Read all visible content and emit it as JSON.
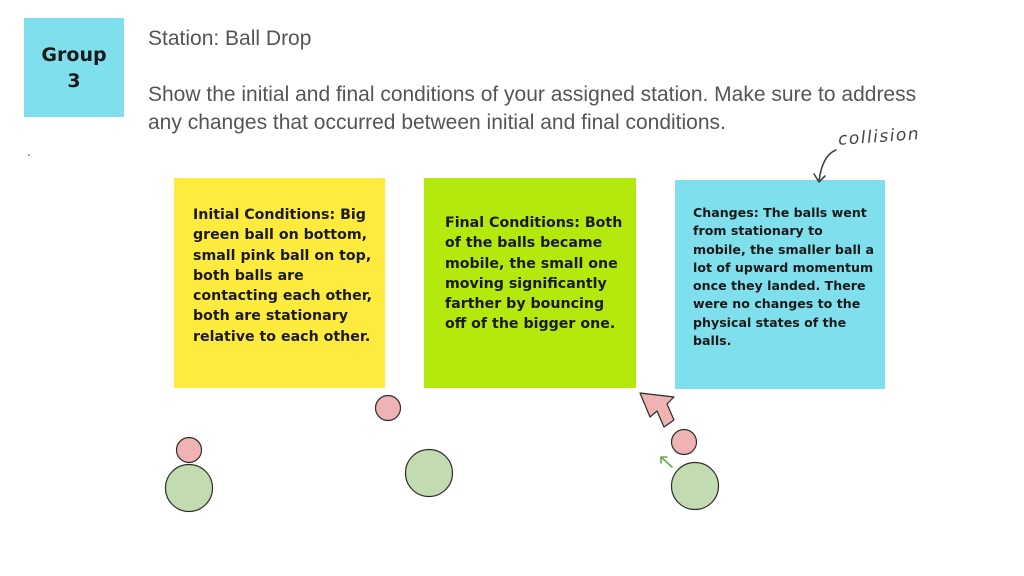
{
  "group": {
    "line1": "Group",
    "line2": "3"
  },
  "station": {
    "title": "Station: Ball Drop"
  },
  "instructions": "Show the initial and final conditions of your assigned station. Make sure to address any changes that occurred between initial and final conditions.",
  "notes": {
    "initial": "Initial Conditions: Big green ball on bottom, small pink ball on top, both balls are contacting each other, both are stationary relative to each other.",
    "final": "Final Conditions: Both of the balls became mobile, the small one moving significantly farther by bouncing off of the bigger one.",
    "changes": "Changes: The balls went from stationary to mobile, the smaller ball a lot of upward momentum once they landed. There were no changes to the physical states of the balls."
  },
  "annotation": {
    "handwritten": "collision"
  },
  "colors": {
    "badge": "#80dfec",
    "note_initial": "#feeb3e",
    "note_final": "#b3e90c",
    "note_changes": "#80dfec",
    "small_ball": "#f0b3b3",
    "big_ball": "#c3dbb0",
    "arrow_pink": "#f0b3b3",
    "arrow_green": "#6aa84f"
  }
}
